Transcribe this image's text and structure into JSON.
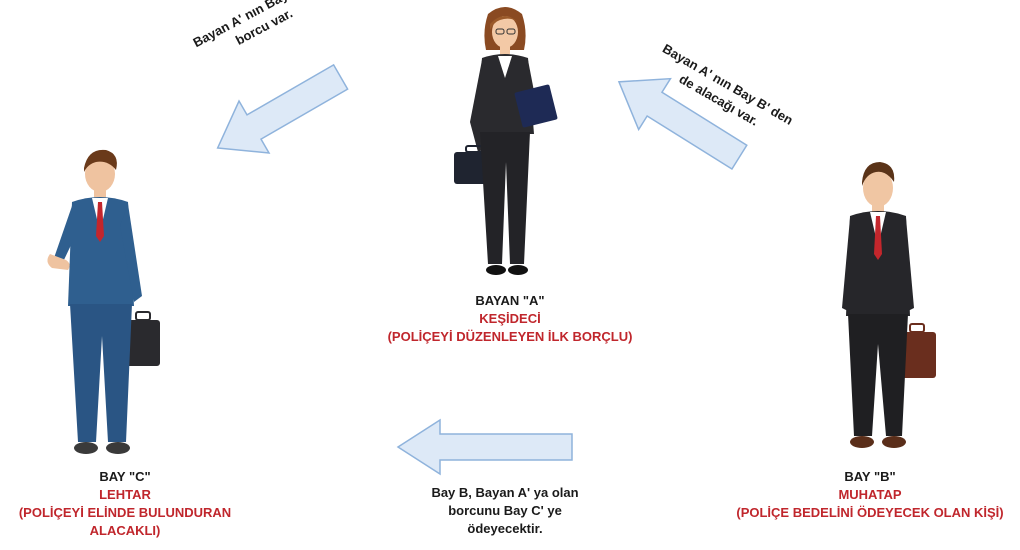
{
  "persons": {
    "a": {
      "name": "BAYAN \"A\"",
      "role": "KEŞİDECİ",
      "desc": "(POLİÇEYİ DÜZENLEYEN İLK BORÇLU)"
    },
    "b": {
      "name": "BAY \"B\"",
      "role": "MUHATAP",
      "desc": "(POLİÇE BEDELİNİ ÖDEYECEK OLAN KİŞİ)"
    },
    "c": {
      "name": "BAY \"C\"",
      "role": "LEHTAR",
      "desc_line1": "(POLİÇEYİ ELİNDE BULUNDURAN",
      "desc_line2": "ALACAKLI)"
    }
  },
  "arrows": {
    "a_to_c": {
      "line1": "Bayan A' nın Bay C' ye",
      "line2": "borcu var."
    },
    "b_to_a": {
      "line1": "Bayan A' nın Bay B' den",
      "line2": "de alacağı var."
    },
    "b_to_c": {
      "line1": "Bay B, Bayan A' ya olan",
      "line2": "borcunu Bay C' ye",
      "line3": "ödeyecektir."
    }
  },
  "colors": {
    "arrow_fill": "#dde9f7",
    "arrow_stroke": "#8fb3dc",
    "role_text": "#c0262c",
    "body_text": "#1a1a1a"
  }
}
